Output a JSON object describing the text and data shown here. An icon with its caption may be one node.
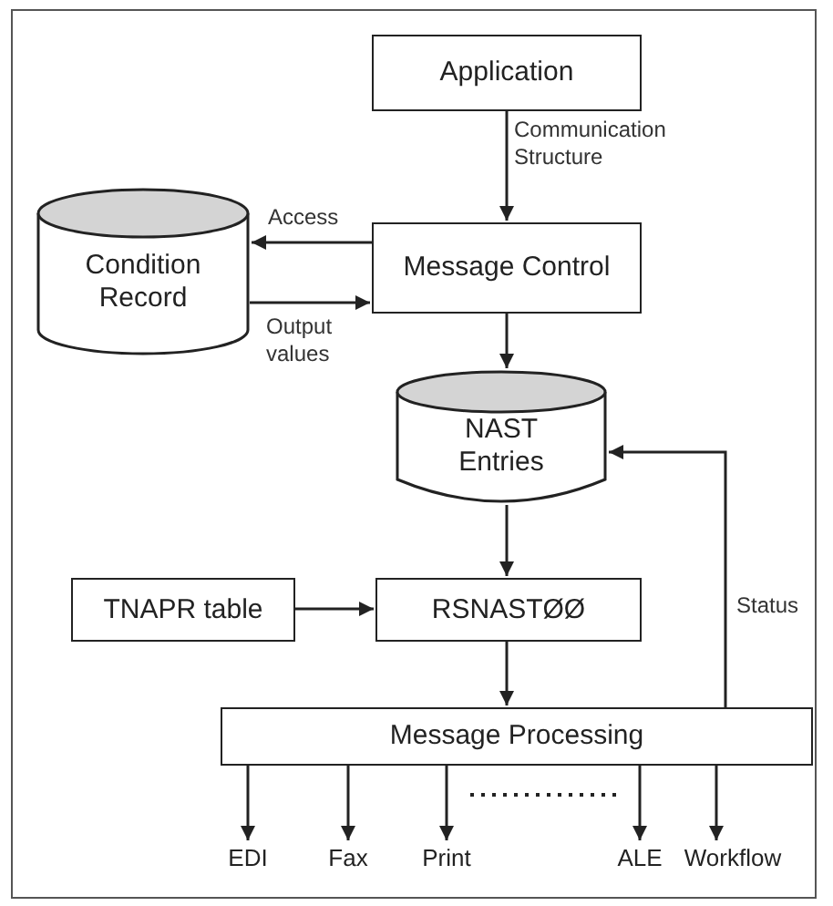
{
  "diagram": {
    "nodes": [
      {
        "text": [
          "Application"
        ]
      },
      {
        "text": [
          "Condition Record"
        ]
      },
      {
        "text": [
          "Message Control"
        ]
      },
      {
        "text": [
          "NAST Entries"
        ]
      },
      {
        "text": [
          "TNAPR table"
        ]
      },
      {
        "text": [
          "RSNASTØØ"
        ]
      },
      {
        "text": [
          "Message Processing"
        ]
      },
      {
        "text": [
          "EDI"
        ]
      },
      {
        "text": [
          "Fax"
        ]
      },
      {
        "text": [
          "Print"
        ]
      },
      {
        "text": [
          "ALE"
        ]
      },
      {
        "text": [
          "Workflow"
        ]
      }
    ],
    "edges": [
      {
        "from": 0,
        "to": 2,
        "arrow": "to",
        "label": "Communication Structure"
      },
      {
        "from": 2,
        "to": 1,
        "arrow": "to",
        "label": "Access"
      },
      {
        "from": 1,
        "to": 2,
        "arrow": "to",
        "label": "Output values"
      },
      {
        "from": 2,
        "to": 3,
        "arrow": "to"
      },
      {
        "from": 3,
        "to": 5,
        "arrow": "to"
      },
      {
        "from": 4,
        "to": 5,
        "arrow": "to"
      },
      {
        "from": 5,
        "to": 6,
        "arrow": "to"
      },
      {
        "from": 6,
        "to": 3,
        "arrow": "to",
        "label": "Status"
      },
      {
        "from": 6,
        "to": 7,
        "arrow": "to"
      },
      {
        "from": 6,
        "to": 8,
        "arrow": "to"
      },
      {
        "from": 6,
        "to": 9,
        "arrow": "to"
      },
      {
        "from": 6,
        "to": 10,
        "arrow": "to"
      },
      {
        "from": 6,
        "to": 11,
        "arrow": "to"
      }
    ]
  }
}
